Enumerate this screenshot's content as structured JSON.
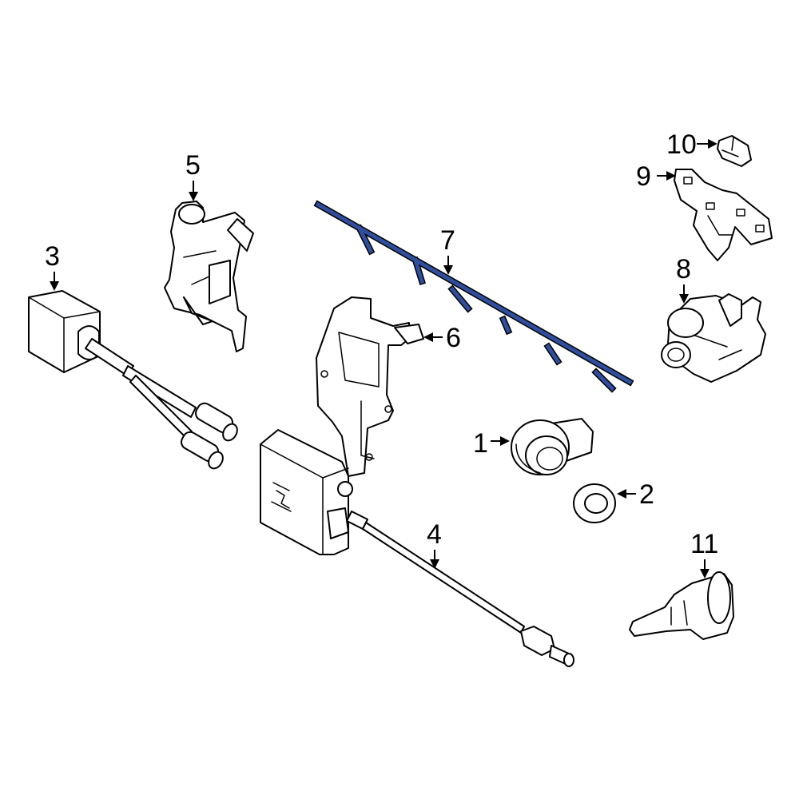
{
  "diagram": {
    "highlight_color": "#2f4f9e",
    "callouts": {
      "c1": "1",
      "c2": "2",
      "c3": "3",
      "c4": "4",
      "c5": "5",
      "c6": "6",
      "c7": "7",
      "c8": "8",
      "c9": "9",
      "c10": "10",
      "c11": "11"
    }
  }
}
